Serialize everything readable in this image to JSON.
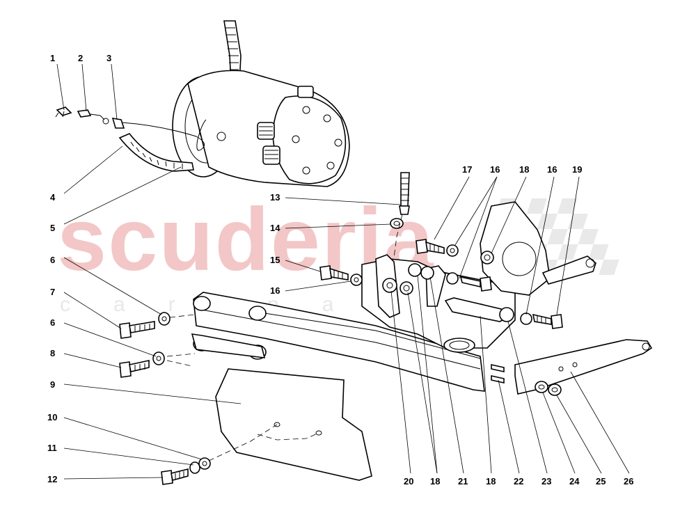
{
  "watermark": {
    "brand": "scuderia",
    "subtitle": "car parts"
  },
  "callouts": [
    {
      "id": "c1",
      "label": "1"
    },
    {
      "id": "c2",
      "label": "2"
    },
    {
      "id": "c3",
      "label": "3"
    },
    {
      "id": "c4",
      "label": "4"
    },
    {
      "id": "c5",
      "label": "5"
    },
    {
      "id": "c6a",
      "label": "6"
    },
    {
      "id": "c7",
      "label": "7"
    },
    {
      "id": "c6b",
      "label": "6"
    },
    {
      "id": "c8",
      "label": "8"
    },
    {
      "id": "c9",
      "label": "9"
    },
    {
      "id": "c10",
      "label": "10"
    },
    {
      "id": "c11",
      "label": "11"
    },
    {
      "id": "c12",
      "label": "12"
    },
    {
      "id": "c13",
      "label": "13"
    },
    {
      "id": "c14",
      "label": "14"
    },
    {
      "id": "c15",
      "label": "15"
    },
    {
      "id": "c16a",
      "label": "16"
    },
    {
      "id": "c17",
      "label": "17"
    },
    {
      "id": "c16b",
      "label": "16"
    },
    {
      "id": "c18a",
      "label": "18"
    },
    {
      "id": "c16c",
      "label": "16"
    },
    {
      "id": "c19",
      "label": "19"
    },
    {
      "id": "c20",
      "label": "20"
    },
    {
      "id": "c18b",
      "label": "18"
    },
    {
      "id": "c21",
      "label": "21"
    },
    {
      "id": "c18c",
      "label": "18"
    },
    {
      "id": "c22",
      "label": "22"
    },
    {
      "id": "c23",
      "label": "23"
    },
    {
      "id": "c24",
      "label": "24"
    },
    {
      "id": "c25",
      "label": "25"
    },
    {
      "id": "c26",
      "label": "26"
    }
  ]
}
